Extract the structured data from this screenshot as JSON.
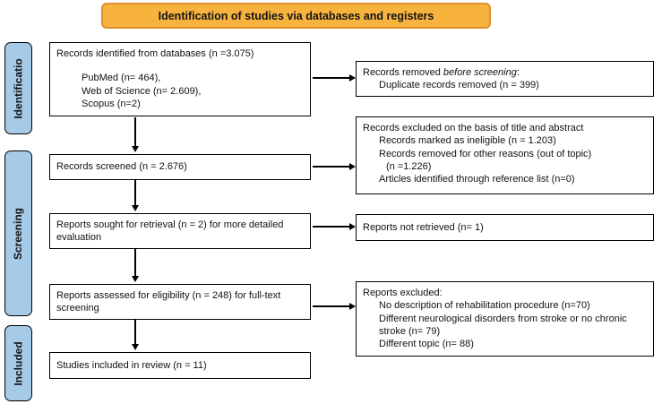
{
  "banner": {
    "label": "Identification of studies via databases and registers"
  },
  "colors": {
    "banner_fill": "#F7B33E",
    "banner_border": "#DE8F2D",
    "phase_fill": "#A6CBE9",
    "box_border": "#000000",
    "background": "#FFFFFF"
  },
  "sidebar": {
    "items": [
      {
        "label": "Identificatio"
      },
      {
        "label": "Screening"
      },
      {
        "label": "Included"
      }
    ]
  },
  "flow": {
    "identified": {
      "line1": "Records identified from databases (n =3.075)",
      "sources": [
        "PubMed (n= 464),",
        "Web of Science (n= 2.609),",
        "Scopus (n=2)"
      ]
    },
    "screened": {
      "label": "Records screened (n = 2.676)"
    },
    "sought": {
      "label": "Reports sought for retrieval (n = 2) for more detailed evaluation"
    },
    "assessed": {
      "label": "Reports assessed for eligibility (n = 248) for full-text screening"
    },
    "included": {
      "label": "Studies included in review (n = 11)"
    }
  },
  "exclusions": {
    "removed_before_screening": {
      "title_prefix": "Records removed ",
      "title_italic": "before screening",
      "title_suffix": ":",
      "items": [
        "Duplicate records removed (n = 399)"
      ]
    },
    "excluded_title_abstract": {
      "title": "Records excluded on the basis of title and abstract",
      "items": [
        "Records marked as ineligible (n = 1.203)",
        "Records removed for other reasons (out of topic)",
        "(n =1.226)",
        "Articles identified through reference list (n=0)"
      ]
    },
    "not_retrieved": {
      "label": "Reports not retrieved (n= 1)"
    },
    "reports_excluded": {
      "title": "Reports excluded:",
      "items": [
        "No description of rehabilitation procedure (n=70)",
        "Different neurological disorders from stroke or no chronic stroke (n= 79)",
        "Different topic (n= 88)"
      ]
    }
  }
}
